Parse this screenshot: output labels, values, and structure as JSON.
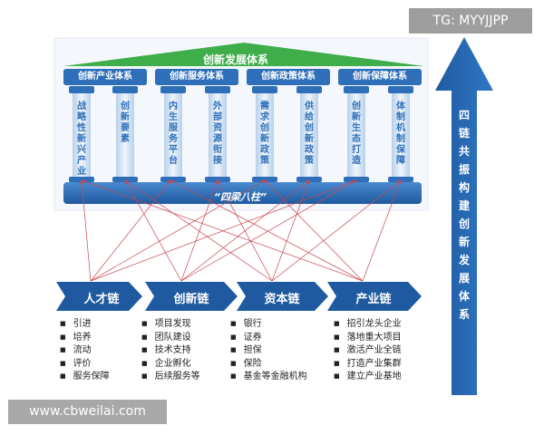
{
  "roof_title": "创新发展体系",
  "systems": [
    {
      "label": "创新产业体系",
      "pillars": [
        "战略性新兴产业",
        "创新要素"
      ]
    },
    {
      "label": "创新服务体系",
      "pillars": [
        "内生服务平台",
        "外部资源衔接"
      ]
    },
    {
      "label": "创新政策体系",
      "pillars": [
        "需求创新政策",
        "供给创新政策"
      ]
    },
    {
      "label": "创新保障体系",
      "pillars": [
        "创新生态打造",
        "体制机制保障"
      ]
    }
  ],
  "base_label": "“四梁八柱”",
  "chains": [
    {
      "label": "人才链",
      "items": [
        "引进",
        "培养",
        "流动",
        "评价",
        "服务保障"
      ]
    },
    {
      "label": "创新链",
      "items": [
        "项目发现",
        "团队建设",
        "技术支持",
        "企业孵化",
        "后续服务等"
      ]
    },
    {
      "label": "资本链",
      "items": [
        "银行",
        "证券",
        "担保",
        "保险",
        "基金等金融机构"
      ]
    },
    {
      "label": "产业链",
      "items": [
        "招引龙头企业",
        "落地重大项目",
        "激活产业全链",
        "打造产业集群",
        "建立产业基地"
      ]
    }
  ],
  "side_label": "四链共振构建创新发展体系",
  "tg_badge": "TG: MYYJJPP",
  "watermark": "www.cbweilai.com",
  "colors": {
    "blue": "#2f6fb9",
    "dark_blue": "#1f4f8f",
    "pillar": "#c9ddf2",
    "roof": "#3fae4a",
    "line": "#c9474f"
  }
}
